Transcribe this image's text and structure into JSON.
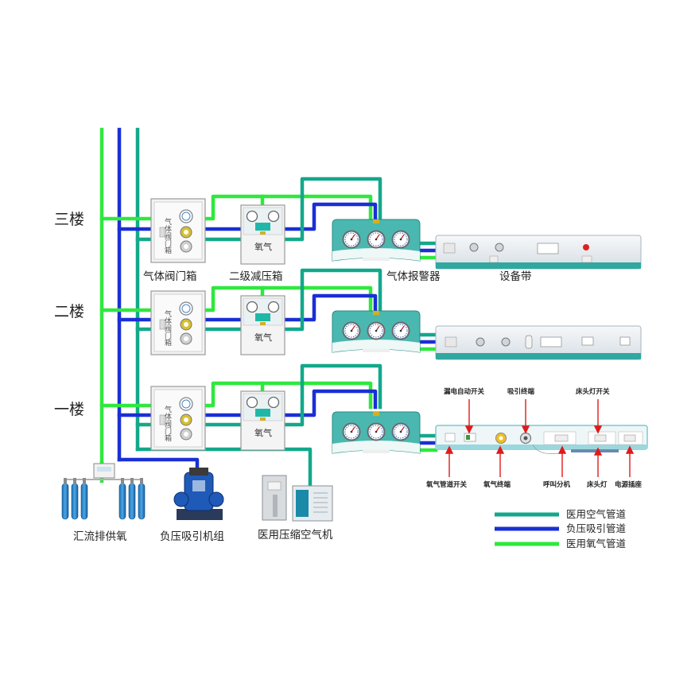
{
  "floors": [
    "三楼",
    "二楼",
    "一楼"
  ],
  "captions": {
    "valve_box": "气体阀门箱",
    "reducer_box": "二级减压箱",
    "alarm": "气体报警器",
    "bed_band": "设备带",
    "manifold": "汇流排供氧",
    "vacuum": "负压吸引机组",
    "compressor": "医用压缩空气机"
  },
  "valve_box_text": "气体阀门箱",
  "reducer_gas_text": "氧气",
  "callouts_top": [
    "漏电自动开关",
    "吸引终端",
    "床头灯开关"
  ],
  "callouts_bottom": [
    "氧气管道开关",
    "氧气终端",
    "呼叫分机",
    "床头灯",
    "电源插座"
  ],
  "legend": [
    {
      "label": "医用空气管道",
      "color": "#12a88a"
    },
    {
      "label": "负压吸引管道",
      "color": "#1a2fd6"
    },
    {
      "label": "医用氧气管道",
      "color": "#2fe83e"
    }
  ],
  "colors": {
    "air": "#12a88a",
    "vacuum": "#1a2fd6",
    "oxygen": "#2fe83e",
    "callout": "#e01a1a"
  }
}
